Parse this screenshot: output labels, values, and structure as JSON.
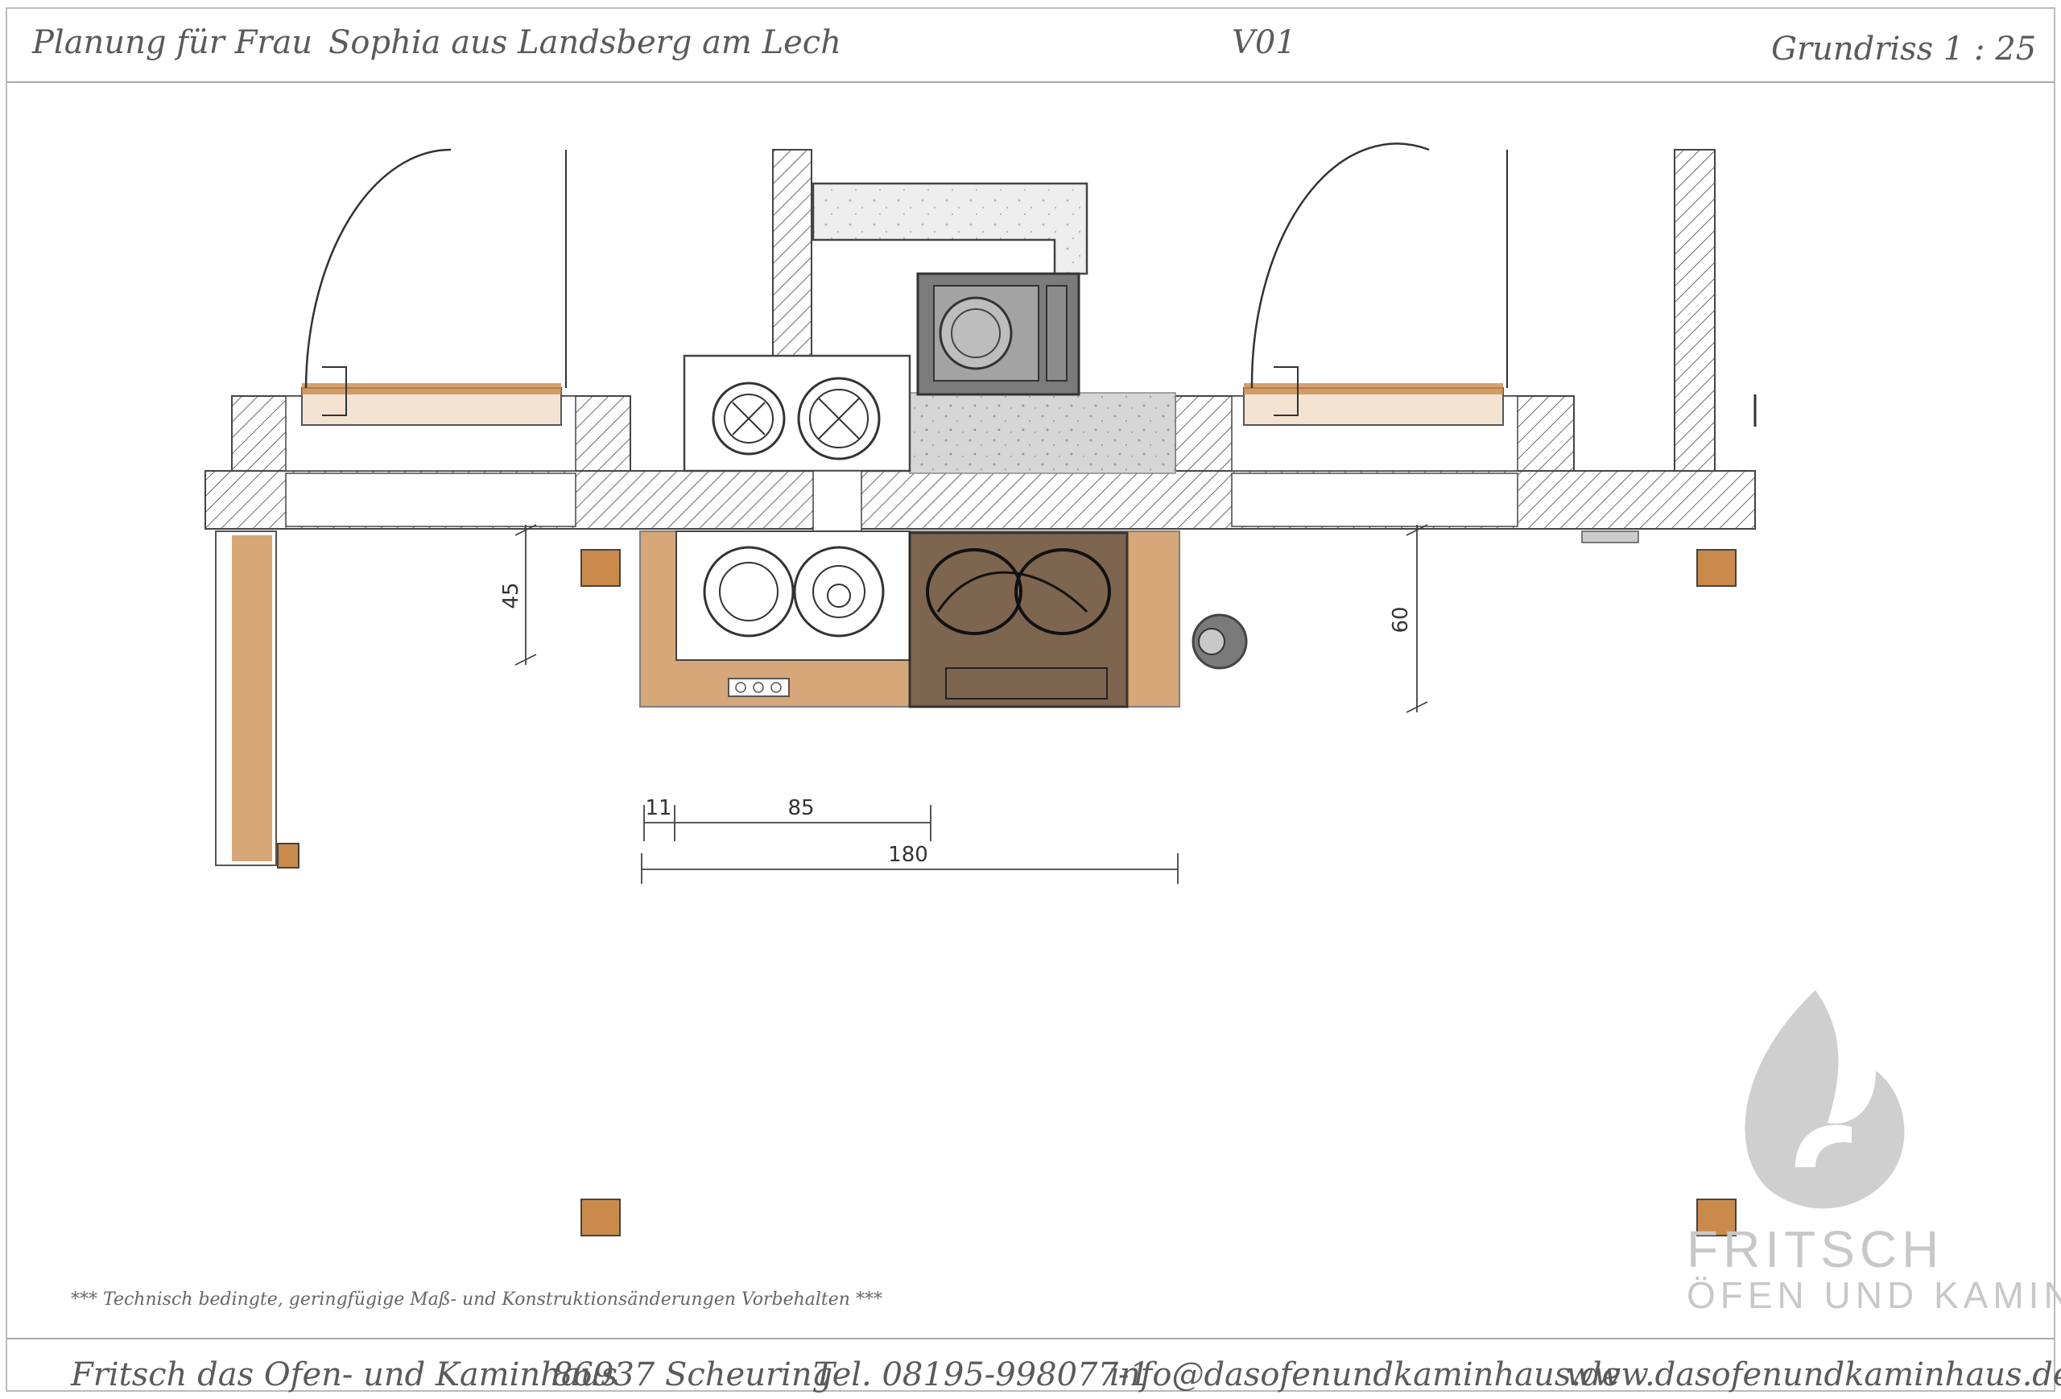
{
  "header": {
    "client": "Planung für Frau",
    "name": "Sophia aus Landsberg am Lech",
    "version": "V01",
    "scale": "Grundriss 1 : 25"
  },
  "dimensions": {
    "d45": "45",
    "d60": "60",
    "d11": "11",
    "d85": "85",
    "d180": "180"
  },
  "disclaimer": "***   Technisch bedingte, geringfügige Maß- und Konstruktionsänderungen Vorbehalten   ***",
  "logo": {
    "line1": "FRITSCH",
    "line2": "ÖFEN UND KAMINE"
  },
  "footer": {
    "company": "Fritsch das Ofen- und Kaminhaus",
    "city": "86937 Scheuring",
    "phone": "Tel. 08195-998077-1",
    "email": "info@dasofenundkaminhaus.de",
    "web": "www.dasofenundkaminhaus.de"
  },
  "colors": {
    "wood": "#c98a4b",
    "hatch": "#555555",
    "stone": "#d9d9d9",
    "stove": "#6e6e6e"
  }
}
